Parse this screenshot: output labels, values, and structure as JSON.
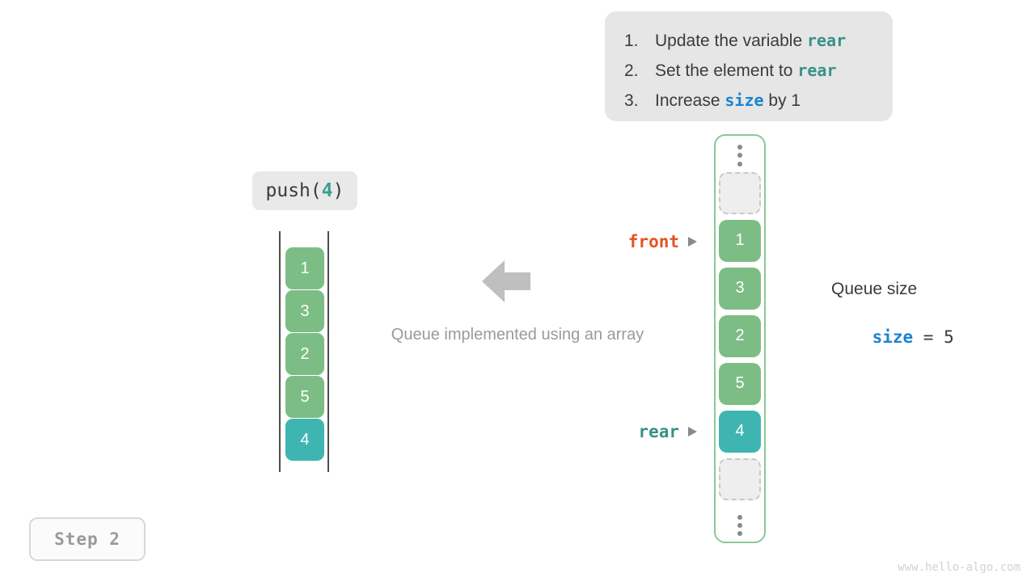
{
  "instructions": {
    "items": [
      {
        "num": "1.",
        "pre": "Update the variable ",
        "code": "rear",
        "code_color": "teal",
        "post": ""
      },
      {
        "num": "2.",
        "pre": "Set the element to ",
        "code": "rear",
        "code_color": "teal",
        "post": ""
      },
      {
        "num": "3.",
        "pre": "Increase ",
        "code": "size",
        "code_color": "blue",
        "post": " by 1"
      }
    ],
    "code_colors": {
      "teal": "#3a9188",
      "blue": "#1b84d0"
    }
  },
  "operation": {
    "fn_name": "push(",
    "arg": "4",
    "close": ")"
  },
  "left_array": {
    "cells": [
      {
        "value": "1",
        "style": "green"
      },
      {
        "value": "3",
        "style": "green"
      },
      {
        "value": "2",
        "style": "green"
      },
      {
        "value": "5",
        "style": "green"
      },
      {
        "value": "4",
        "style": "teal"
      }
    ]
  },
  "center": {
    "arrow_direction": "left",
    "caption": "Queue implemented using an array"
  },
  "right_array": {
    "cells": [
      {
        "kind": "dots",
        "value": ""
      },
      {
        "kind": "empty",
        "value": ""
      },
      {
        "kind": "green",
        "value": "1"
      },
      {
        "kind": "green",
        "value": "3"
      },
      {
        "kind": "green",
        "value": "2"
      },
      {
        "kind": "green",
        "value": "5"
      },
      {
        "kind": "teal",
        "value": "4"
      },
      {
        "kind": "empty",
        "value": ""
      },
      {
        "kind": "dots",
        "value": ""
      }
    ]
  },
  "pointers": {
    "front": {
      "label": "front",
      "color": "#e8521f"
    },
    "rear": {
      "label": "rear",
      "color": "#3a9188"
    }
  },
  "size_info": {
    "title": "Queue size",
    "var_name": "size",
    "operator": " = ",
    "value": "5"
  },
  "step_badge": {
    "label": "Step 2"
  },
  "watermark": {
    "text": "www.hello-algo.com"
  },
  "palette": {
    "green_cell": "#7cbd85",
    "teal_cell": "#3fb5b1",
    "container_border": "#8cc798",
    "panel_bg": "#e6e6e6",
    "muted_text": "#9a9a9a"
  }
}
